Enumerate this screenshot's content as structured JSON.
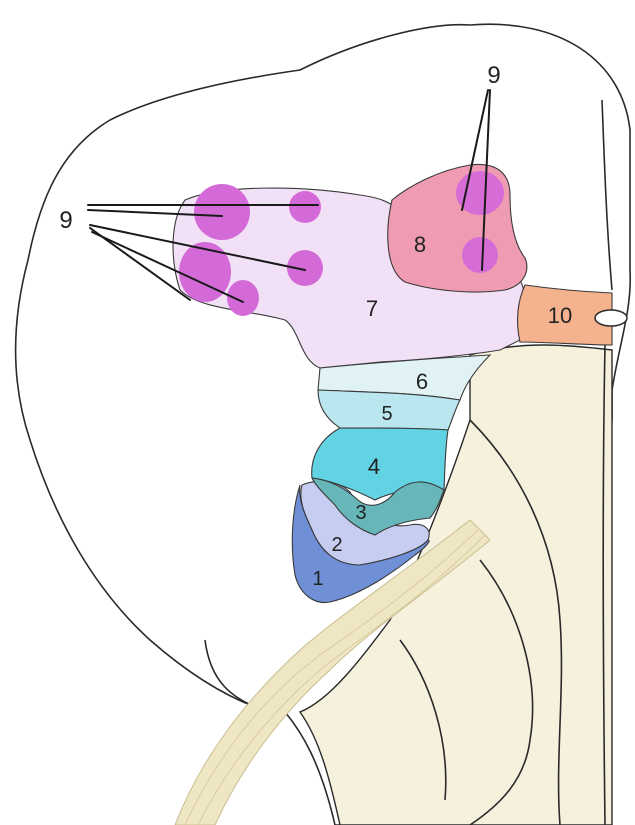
{
  "diagram": {
    "labels": {
      "lamina_1": "1",
      "lamina_2": "2",
      "lamina_3": "3",
      "lamina_4": "4",
      "lamina_5": "5",
      "lamina_6": "6",
      "lamina_7": "7",
      "lamina_8": "8",
      "lamina_9_left": "9",
      "lamina_9_top": "9",
      "lamina_10": "10"
    },
    "colors": {
      "cord_fill": "#f6f1dd",
      "outline": "#2a2a2a",
      "lamina_1": "#6f8fd6",
      "lamina_2": "#c7cdf0",
      "lamina_3": "#66b6ba",
      "lamina_4": "#62d3e3",
      "lamina_5": "#b9e6ef",
      "lamina_6": "#e0f2f4",
      "lamina_7": "#f2e0f6",
      "lamina_8": "#ef9cb2",
      "lamina_9": "#d46ad8",
      "lamina_10": "#f4b38e",
      "dorsal_root": "#efe6c4"
    }
  }
}
